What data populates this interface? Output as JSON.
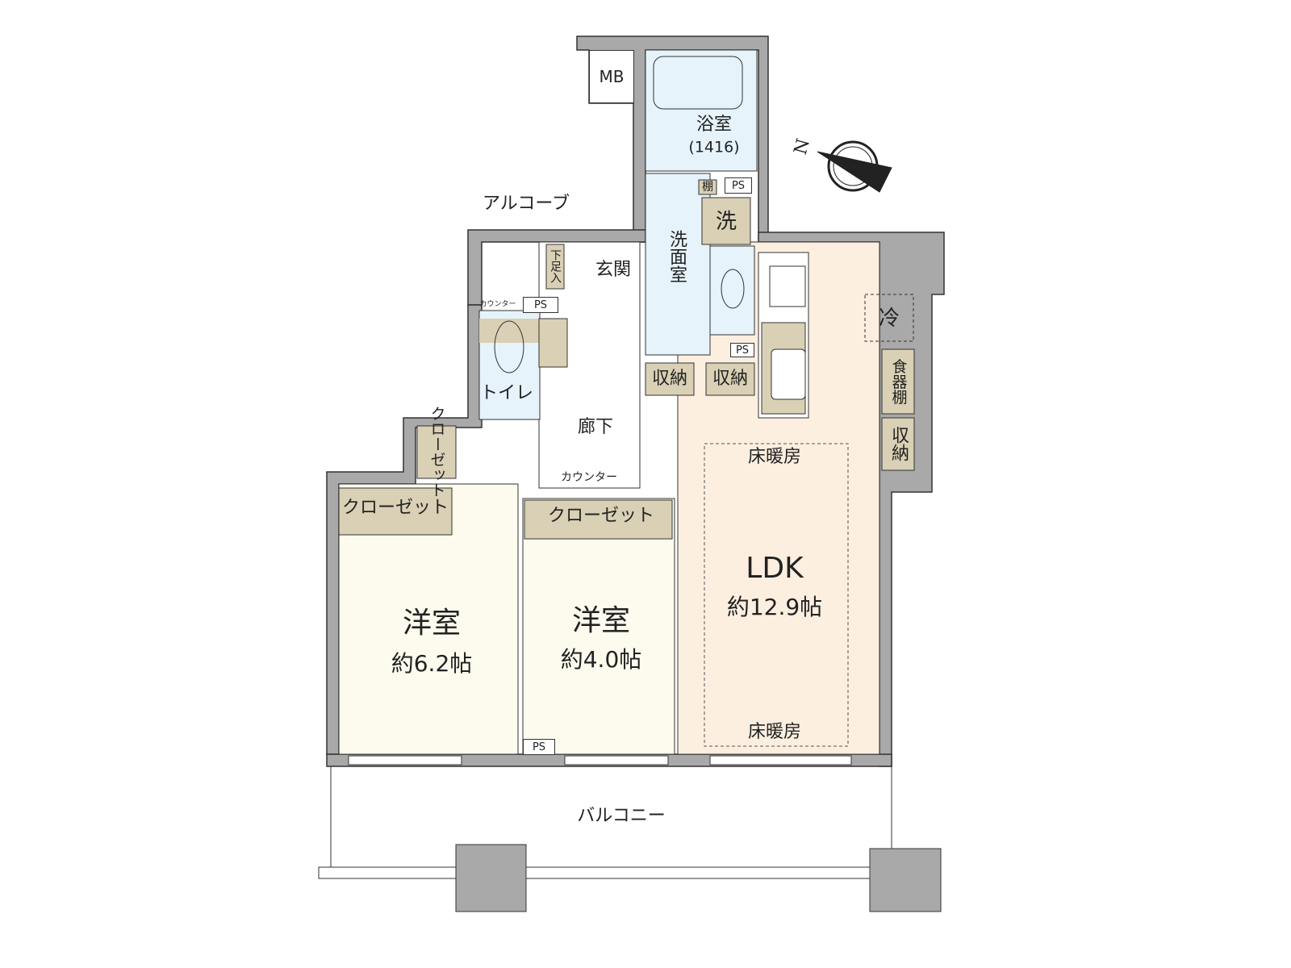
{
  "colors": {
    "wall": "#a9a9a9",
    "wet": "#e6f3fb",
    "storage": "#d9d0b5",
    "ldk": "#fcefe0",
    "bedroom": "#fdfbee",
    "hall": "#ffffff"
  },
  "labels": {
    "mb": "MB",
    "bath": "浴室",
    "bath_size": "(1416)",
    "shelf": "棚",
    "ps": "PS",
    "washer": "洗",
    "washroom": "洗面室",
    "alcove": "アルコーブ",
    "shoe": "下足入",
    "entrance": "玄関",
    "counter": "カウンター",
    "toilet": "トイレ",
    "storage": "収納",
    "hallway": "廊下",
    "closet": "クローゼット",
    "closet_small": "クローゼット",
    "fridge": "冷",
    "cupboard": "食器棚",
    "floor_heating": "床暖房",
    "ldk": "LDK",
    "ldk_size": "約12.9帖",
    "bedroom": "洋室",
    "bedroom1_size": "約6.2帖",
    "bedroom2_size": "約4.0帖",
    "balcony": "バルコニー",
    "north": "N"
  }
}
